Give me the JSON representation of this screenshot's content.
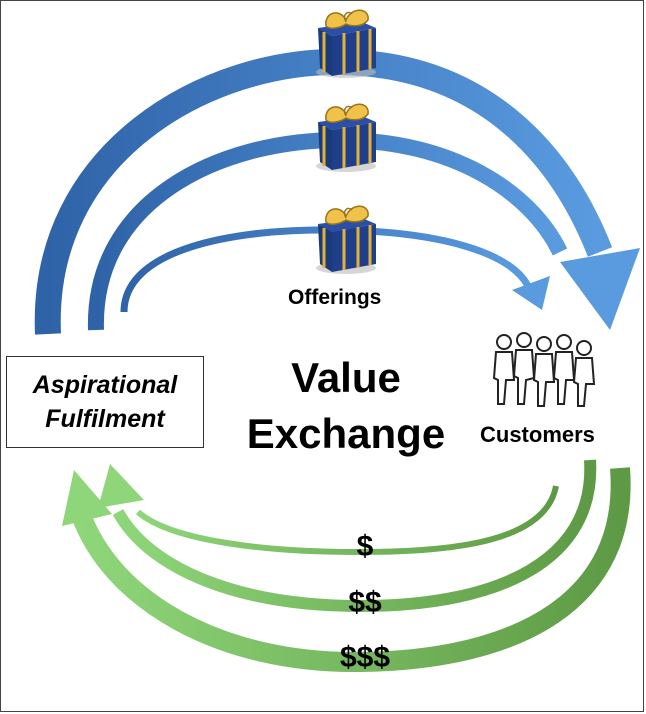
{
  "diagram": {
    "title_line1": "Value",
    "title_line2": "Exchange",
    "left_box": {
      "line1": "Aspirational",
      "line2": "Fulfilment"
    },
    "offerings_label": "Offerings",
    "customers_label": "Customers",
    "money_labels": [
      "$",
      "$$",
      "$$$"
    ],
    "colors": {
      "offering_arrow_dark": "#2f63a8",
      "offering_arrow_light": "#5a9be0",
      "payment_arrow_light": "#8fd67a",
      "payment_arrow_dark": "#5e9a45",
      "gift_box": "#1f3f8a",
      "gift_ribbon": "#e0b23a"
    },
    "icons": [
      "gift-box-icon",
      "gift-box-icon",
      "gift-box-icon",
      "customers-group-icon"
    ]
  }
}
